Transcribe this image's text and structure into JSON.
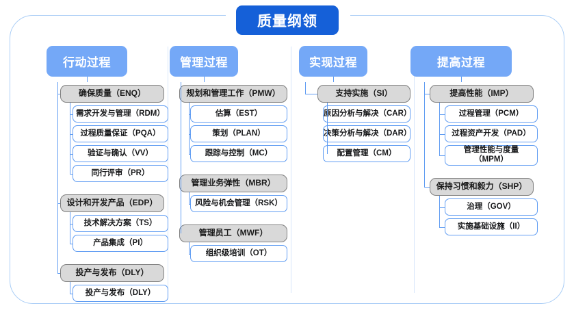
{
  "title": {
    "label": "质量纲领"
  },
  "columns": [
    {
      "id": "action",
      "header": "行动过程",
      "groups": [
        {
          "label": "确保质量（ENQ）",
          "children": [
            {
              "label": "需求开发与管理（RDM）"
            },
            {
              "label": "过程质量保证（PQA）"
            },
            {
              "label": "验证与确认（VV）"
            },
            {
              "label": "同行评审（PR）"
            }
          ]
        },
        {
          "label": "设计和开发产品（EDP）",
          "children": [
            {
              "label": "技术解决方案（TS）"
            },
            {
              "label": "产品集成（PI）"
            }
          ]
        },
        {
          "label": "投产与发布（DLY）",
          "children": [
            {
              "label": "投产与发布（DLY）"
            }
          ]
        }
      ]
    },
    {
      "id": "manage",
      "header": "管理过程",
      "groups": [
        {
          "label": "规划和管理工作（PMW）",
          "children": [
            {
              "label": "估算（EST）"
            },
            {
              "label": "策划（PLAN）"
            },
            {
              "label": "跟踪与控制（MC）"
            }
          ]
        },
        {
          "label": "管理业务弹性（MBR）",
          "children": [
            {
              "label": "风险与机会管理（RSK）"
            }
          ]
        },
        {
          "label": "管理员工（MWF）",
          "children": [
            {
              "label": "组织级培训（OT）"
            }
          ]
        }
      ]
    },
    {
      "id": "implement",
      "header": "实现过程",
      "groups": [
        {
          "label": "支持实施（SI）",
          "children": [
            {
              "label": "原因分析与解决（CAR）"
            },
            {
              "label": "决策分析与解决（DAR）"
            },
            {
              "label": "配置管理（CM）"
            }
          ]
        }
      ]
    },
    {
      "id": "improve",
      "header": "提高过程",
      "groups": [
        {
          "label": "提高性能（IMP）",
          "children": [
            {
              "label": "过程管理（PCM）"
            },
            {
              "label": "过程资产开发（PAD）"
            },
            {
              "label": "管理性能与度量\n（MPM）"
            }
          ]
        },
        {
          "label": "保持习惯和毅力（SHP）",
          "children": [
            {
              "label": "治理（GOV）"
            },
            {
              "label": "实施基础设施（II）"
            }
          ]
        }
      ]
    }
  ],
  "colors": {
    "title_bg": "#1560d8",
    "header_bg": "#74a8f7",
    "group_bg": "#d9d9d9",
    "group_border": "#7f7f7f",
    "leaf_border": "#5f9cf2",
    "connector": "#5f9cf2",
    "frame_border": "#a9cdf6"
  }
}
